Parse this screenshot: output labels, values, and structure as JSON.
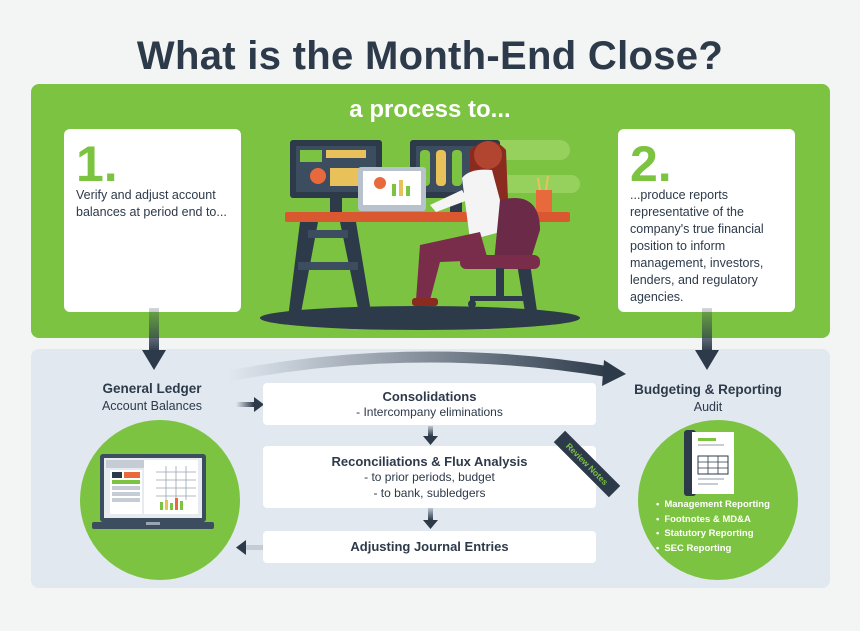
{
  "title": "What is the Month-End Close?",
  "process_label": "a process to...",
  "card1": {
    "number": "1.",
    "text": "Verify and adjust account balances at period end to..."
  },
  "card2": {
    "number": "2.",
    "text": "...produce reports representative of the company's true financial position to inform management, investors, lenders, and regulatory agencies."
  },
  "general_ledger": {
    "title": "General Ledger",
    "subtitle": "Account Balances"
  },
  "budgeting": {
    "title": "Budgeting & Reporting",
    "subtitle": "Audit"
  },
  "steps": {
    "consolidations": {
      "title": "Consolidations",
      "line1": "- Intercompany eliminations"
    },
    "reconciliations": {
      "title": "Reconciliations & Flux Analysis",
      "line1": "- to prior periods, budget",
      "line2": "- to bank, subledgers"
    },
    "adjusting": {
      "title": "Adjusting Journal Entries"
    }
  },
  "review_notes": "Review Notes",
  "report_bullets": [
    "Management Reporting",
    "Footnotes & MD&A",
    "Statutory Reporting",
    "SEC Reporting"
  ],
  "icons": [
    "workstation-illustration",
    "laptop-spreadsheet-icon",
    "report-binder-icon",
    "down-arrow-icon",
    "right-arrow-icon",
    "left-arrow-icon",
    "curved-arrow-icon"
  ],
  "colors": {
    "green": "#7cc341",
    "navy": "#2d3a4a",
    "light_blue_panel": "#e1e8f0",
    "background": "#f3f4f4"
  }
}
